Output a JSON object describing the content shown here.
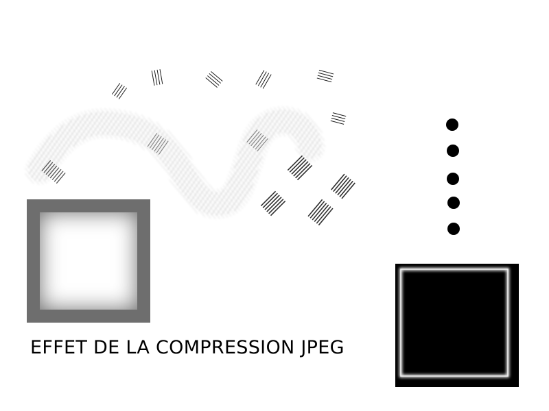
{
  "caption": {
    "text": "EFFET DE LA COMPRESSION JPEG"
  },
  "colors": {
    "background": "#ffffff",
    "ink": "#000000",
    "light_stroke": "#bdbdbd",
    "mid_stroke": "#7a7a7a",
    "dark_stroke": "#333333"
  },
  "elements": {
    "small_hatch_marks": "hatch-mark",
    "brush_stroke": "textured-s-curve",
    "dark_hatch_blocks": "hatch-block",
    "dots": "dot",
    "blurred_square": "white-square-gray-vignette",
    "black_square": "black-square-white-border"
  }
}
